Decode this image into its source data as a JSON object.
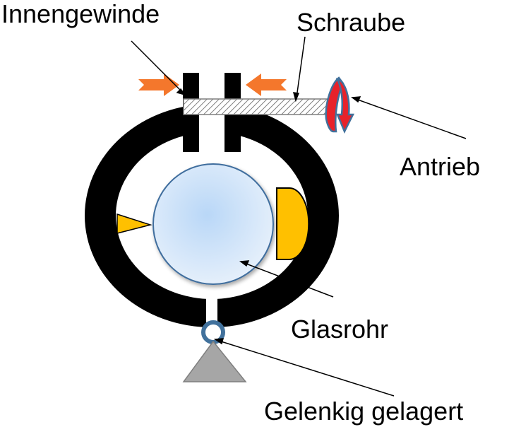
{
  "labels": {
    "innengewinde": "Innengewinde",
    "schraube": "Schraube",
    "antrieb": "Antrieb",
    "glasrohr": "Glasrohr",
    "gelenkig": "Gelenkig gelagert"
  },
  "colors": {
    "frame": "#000000",
    "tube_center": "#c2dcf8",
    "tube_edge": "#dce9f9",
    "tube_stroke": "#3f6e9e",
    "jaw": "#ffc000",
    "force_arrow": "#f4772c",
    "drive_arrow": "#e8222a",
    "drive_stroke": "#41719c",
    "pivot_ring": "#41719c",
    "support": "#a6a6a6",
    "screw_hatch": "#7f7f7f"
  },
  "icons": {
    "force_arrows": "arrow-right-icon",
    "drive": "rotation-arrow-icon",
    "pivot": "pivot-ring-icon",
    "support": "triangle-support-icon"
  }
}
